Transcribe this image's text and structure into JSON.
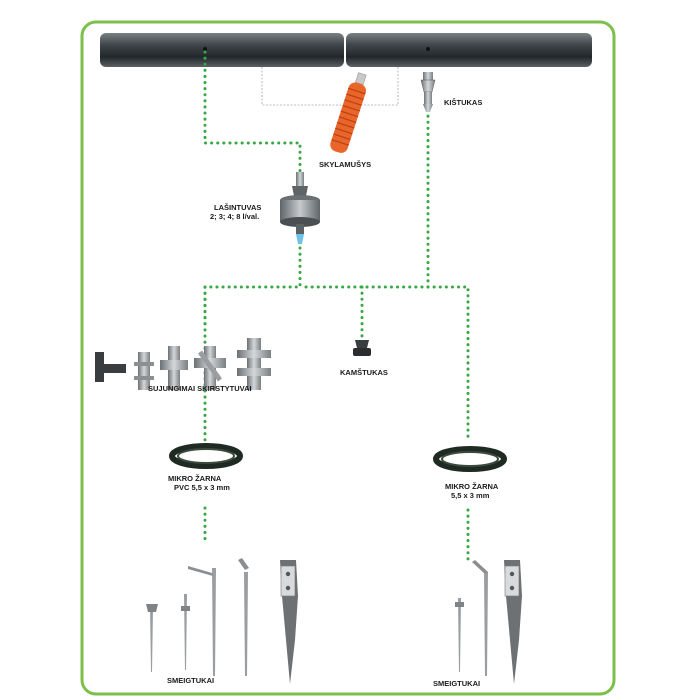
{
  "labels": {
    "kistukas": "KIŠTUKAS",
    "skylamusys": "SKYLAMUŠYS",
    "lasintuvas_title": "LAŠINTUVAS",
    "lasintuvas_rates": "2; 3; 4; 8 l/val.",
    "kamstukas": "KAMŠTUKAS",
    "sujungimai": "SUJUNGIMAI SKIRSTYTUVAI",
    "mikro_left_title": "MIKRO ŽARNA",
    "mikro_left_spec": "PVC  5,5 x 3 mm",
    "mikro_right_title": "MIKRO ŽARNA",
    "mikro_right_spec": "5,5 x 3 mm",
    "smeigtukai_left": "SMEIGTUKAI",
    "smeigtukai_right": "SMEIGTUKAI"
  },
  "colors": {
    "frame_green": "#7cbf4a",
    "dotted_green": "#38a845",
    "pipe_dark": "#3a4045",
    "emitter_orange": "#e9652a",
    "drip_blue": "#6ec3e8"
  }
}
